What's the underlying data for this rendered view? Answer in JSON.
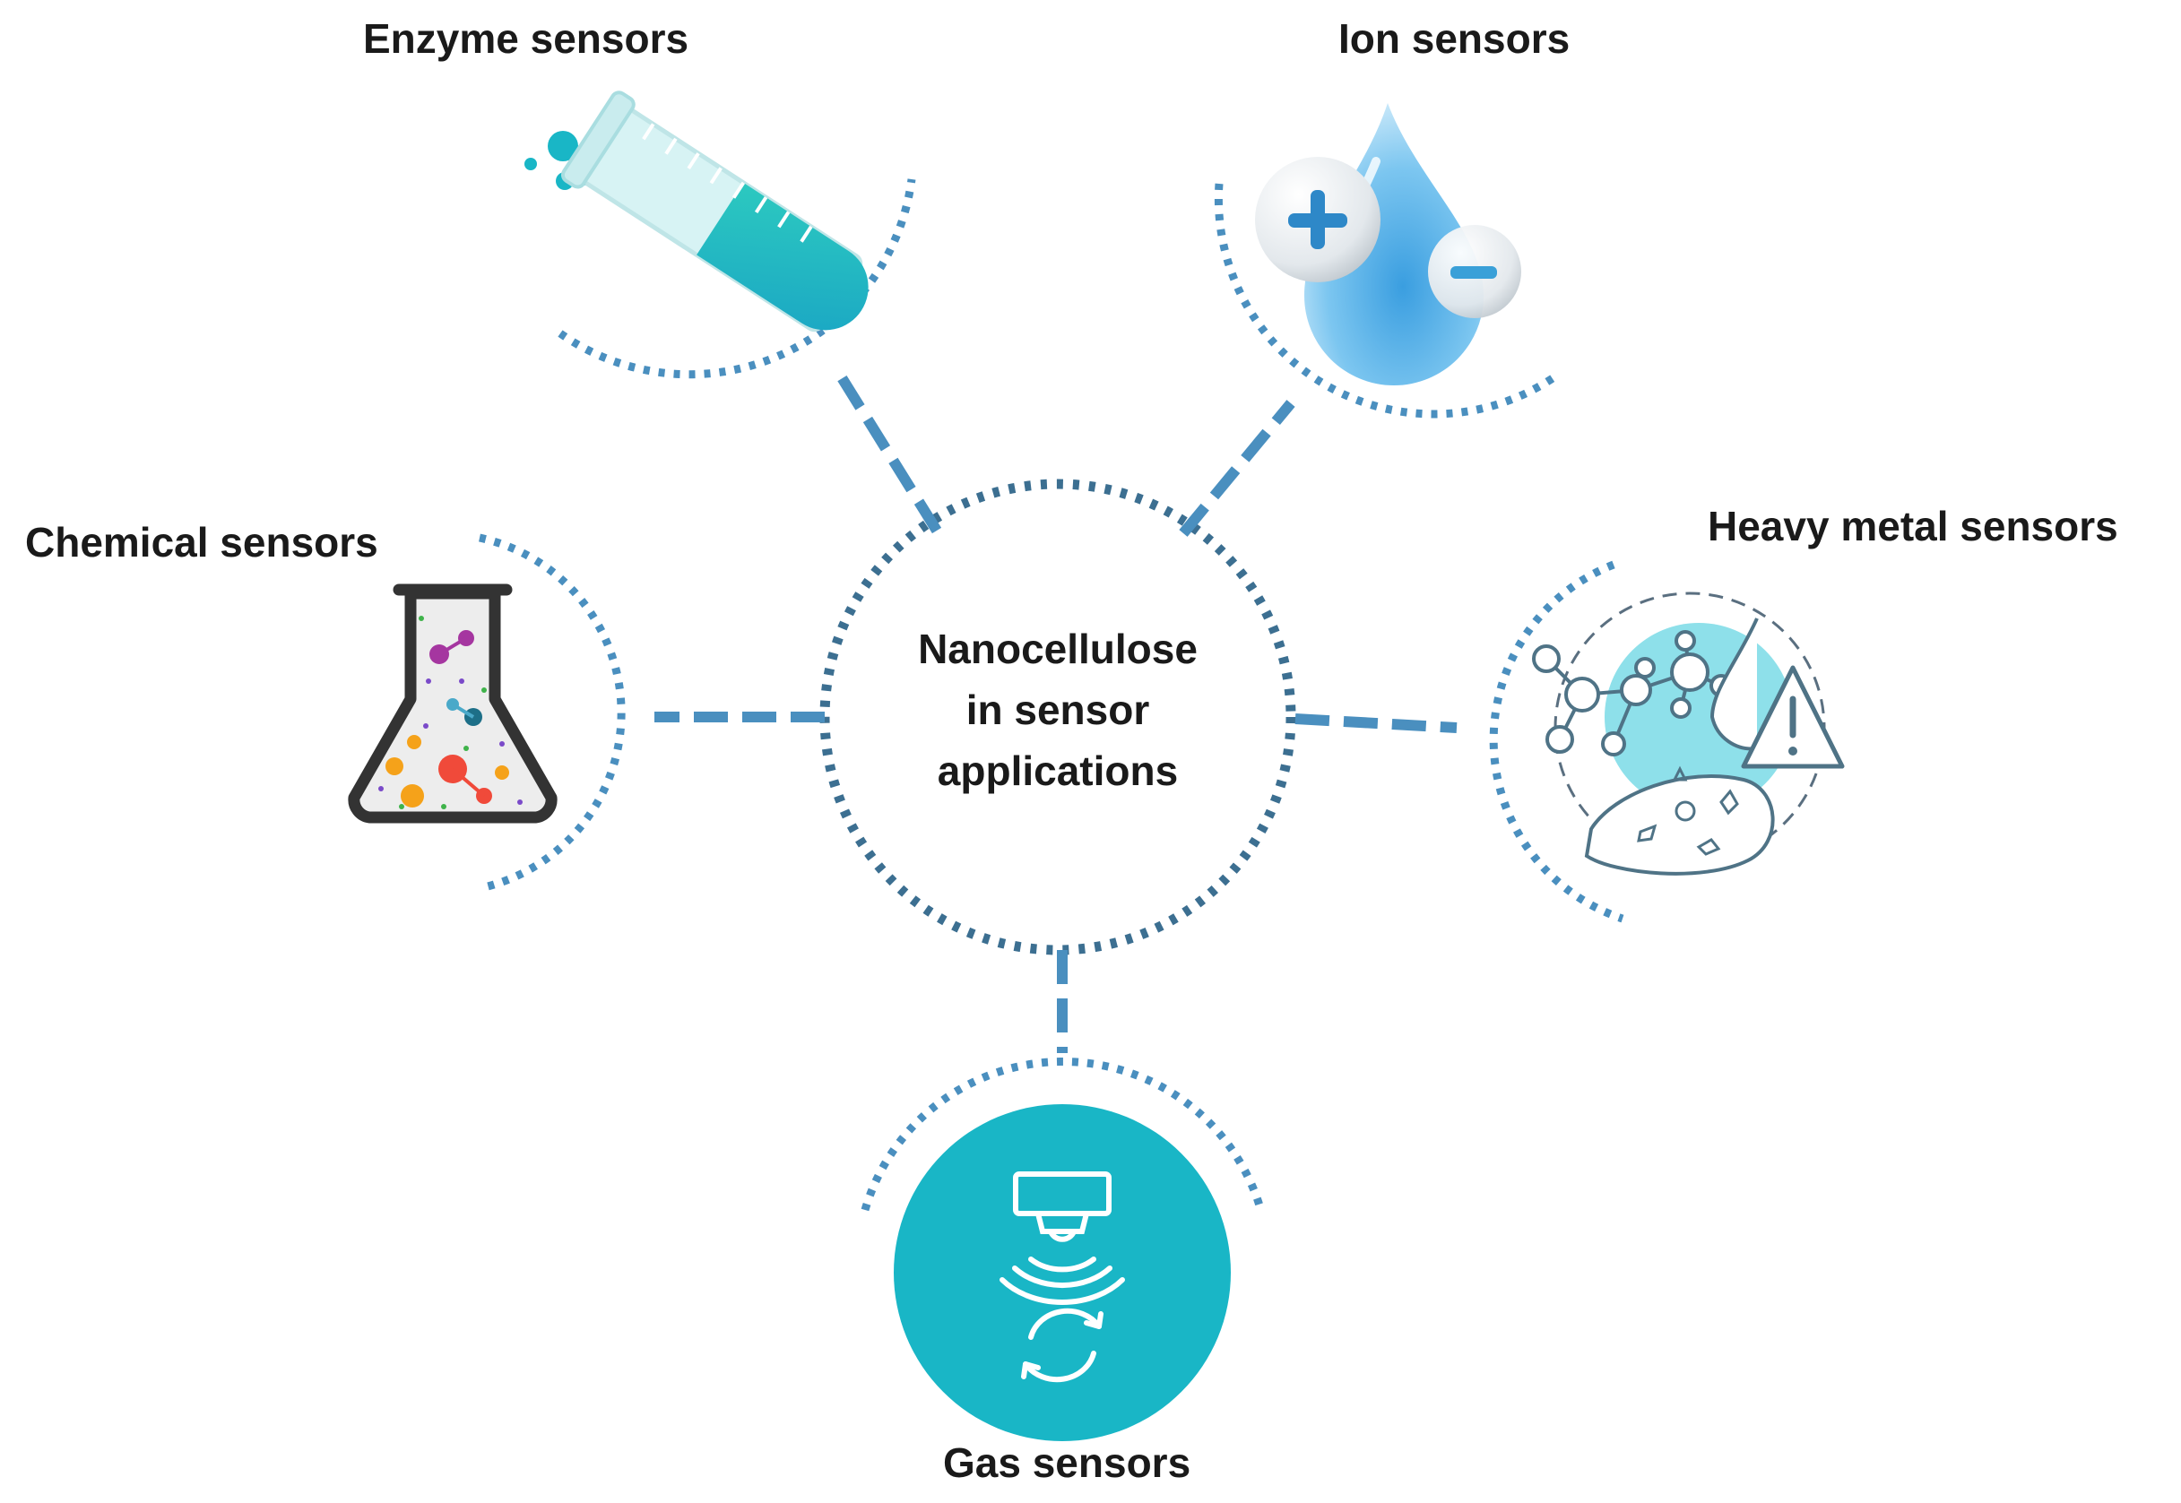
{
  "center": {
    "lines": [
      "Nanocellulose",
      "in sensor",
      "applications"
    ]
  },
  "nodes": {
    "enzyme": {
      "label": "Enzyme sensors",
      "icon": "test-tube-icon"
    },
    "ion": {
      "label": "Ion sensors",
      "icon": "water-drop-ions-icon"
    },
    "chemical": {
      "label": "Chemical sensors",
      "icon": "flask-icon"
    },
    "heavy_metal": {
      "label": "Heavy metal sensors",
      "icon": "molecule-warning-icon"
    },
    "gas": {
      "label": "Gas sensors",
      "icon": "gas-detector-icon"
    }
  },
  "colors": {
    "connector": "#4a8fbf",
    "center_ring": "#3c6f91",
    "teal": "#19b6c6",
    "light_teal": "#8ee0ea"
  }
}
